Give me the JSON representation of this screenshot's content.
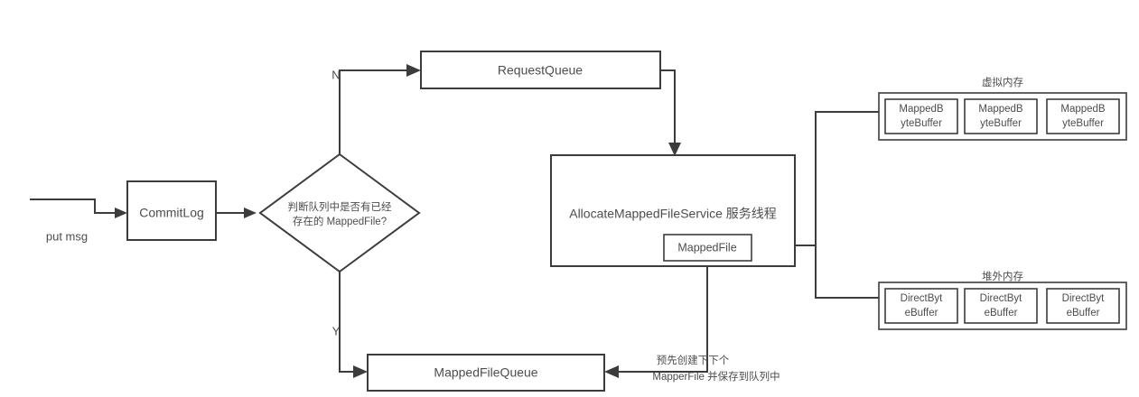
{
  "diagram": {
    "title_text": "",
    "colors": {
      "stroke": "#3c3c3c",
      "text": "#4d4d4d",
      "background": "#ffffff"
    },
    "nodes": {
      "commit_log": "CommitLog",
      "decision_line1": "判断队列中是否有已经",
      "decision_line2": "存在的 MappedFile?",
      "request_queue": "RequestQueue",
      "allocate_service": "AllocateMappedFileService 服务线程",
      "mapped_file": "MappedFile",
      "mapped_file_queue": "MappedFileQueue"
    },
    "edge_labels": {
      "put_msg": "put msg",
      "no_branch": "N",
      "yes_branch": "Y",
      "precreate_line1": "预先创建下下个",
      "precreate_line2": "MapperFile 并保存到队列中"
    },
    "memory_groups": [
      {
        "caption": "虚拟内存",
        "buffers": [
          {
            "line1": "MappedB",
            "line2": "yteBuffer"
          },
          {
            "line1": "MappedB",
            "line2": "yteBuffer"
          },
          {
            "line1": "MappedB",
            "line2": "yteBuffer"
          }
        ]
      },
      {
        "caption": "堆外内存",
        "buffers": [
          {
            "line1": "DirectByt",
            "line2": "eBuffer"
          },
          {
            "line1": "DirectByt",
            "line2": "eBuffer"
          },
          {
            "line1": "DirectByt",
            "line2": "eBuffer"
          }
        ]
      }
    ]
  }
}
